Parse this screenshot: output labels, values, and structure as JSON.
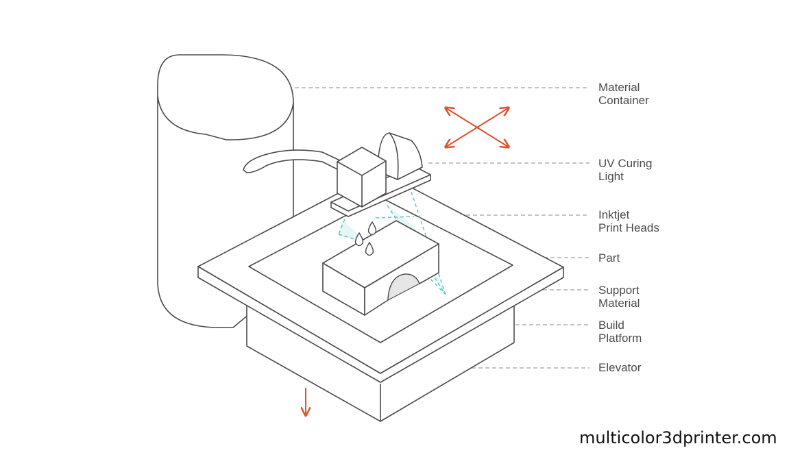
{
  "diagram": {
    "callouts": [
      {
        "id": "material-container",
        "lines": [
          "Material",
          "Container"
        ]
      },
      {
        "id": "uv-curing-light",
        "lines": [
          "UV Curing",
          "Light"
        ]
      },
      {
        "id": "inkjet-print-heads",
        "lines": [
          "Inktjet",
          "Print Heads"
        ]
      },
      {
        "id": "part",
        "lines": [
          "Part"
        ]
      },
      {
        "id": "support-material",
        "lines": [
          "Support",
          "Material"
        ]
      },
      {
        "id": "build-platform",
        "lines": [
          "Build",
          "Platform"
        ]
      },
      {
        "id": "elevator",
        "lines": [
          "Elevator"
        ]
      }
    ],
    "icons": {
      "xy_motion": "four-way-arrow-icon",
      "z_motion": "arrow-down-icon"
    }
  },
  "watermark": "multicolor3dprinter.com",
  "colors": {
    "line": "#4a4a4a",
    "leader": "#b0b0b0",
    "accent_arrow": "#e0502a",
    "uv_beam": "#5cc4c8",
    "beam_fill": "#e6f6f7",
    "text": "#4a4a4a",
    "support_fill": "#e6e6e6"
  }
}
